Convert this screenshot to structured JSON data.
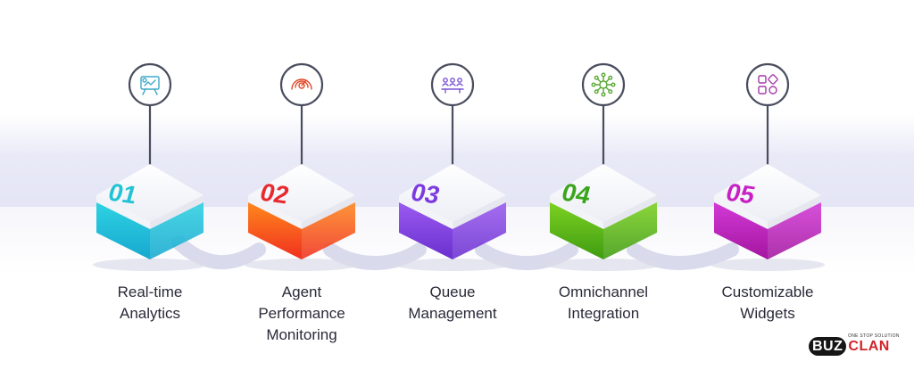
{
  "steps": [
    {
      "number": "01",
      "label": "Real-time\nAnalytics",
      "icon": "analytics-board-icon",
      "color_top": "#2fd3e3",
      "color_bottom": "#17a8cf",
      "num_color": "#22c3d3",
      "icon_color": "#3fa8c8"
    },
    {
      "number": "02",
      "label": "Agent\nPerformance\nMonitoring",
      "icon": "performance-gauge-icon",
      "color_top": "#ff8a1c",
      "color_bottom": "#f0301f",
      "num_color": "#e8292f",
      "icon_color": "#e24a2a"
    },
    {
      "number": "03",
      "label": "Queue\nManagement",
      "icon": "queue-people-icon",
      "color_top": "#9b5cf0",
      "color_bottom": "#6a2fcf",
      "num_color": "#7c3be0",
      "icon_color": "#7a55d6"
    },
    {
      "number": "04",
      "label": "Omnichannel\nIntegration",
      "icon": "omnichannel-hub-icon",
      "color_top": "#7ed321",
      "color_bottom": "#3f9b12",
      "num_color": "#3aa51c",
      "icon_color": "#57a832"
    },
    {
      "number": "05",
      "label": "Customizable\nWidgets",
      "icon": "widgets-grid-icon",
      "color_top": "#d43ad8",
      "color_bottom": "#a3169f",
      "num_color": "#c71fc3",
      "icon_color": "#a43aa8"
    }
  ],
  "logo": {
    "main_a": "BU",
    "main_b": "Z",
    "main_c": "CLAN",
    "tagline": "ONE STOP SOLUTION"
  }
}
